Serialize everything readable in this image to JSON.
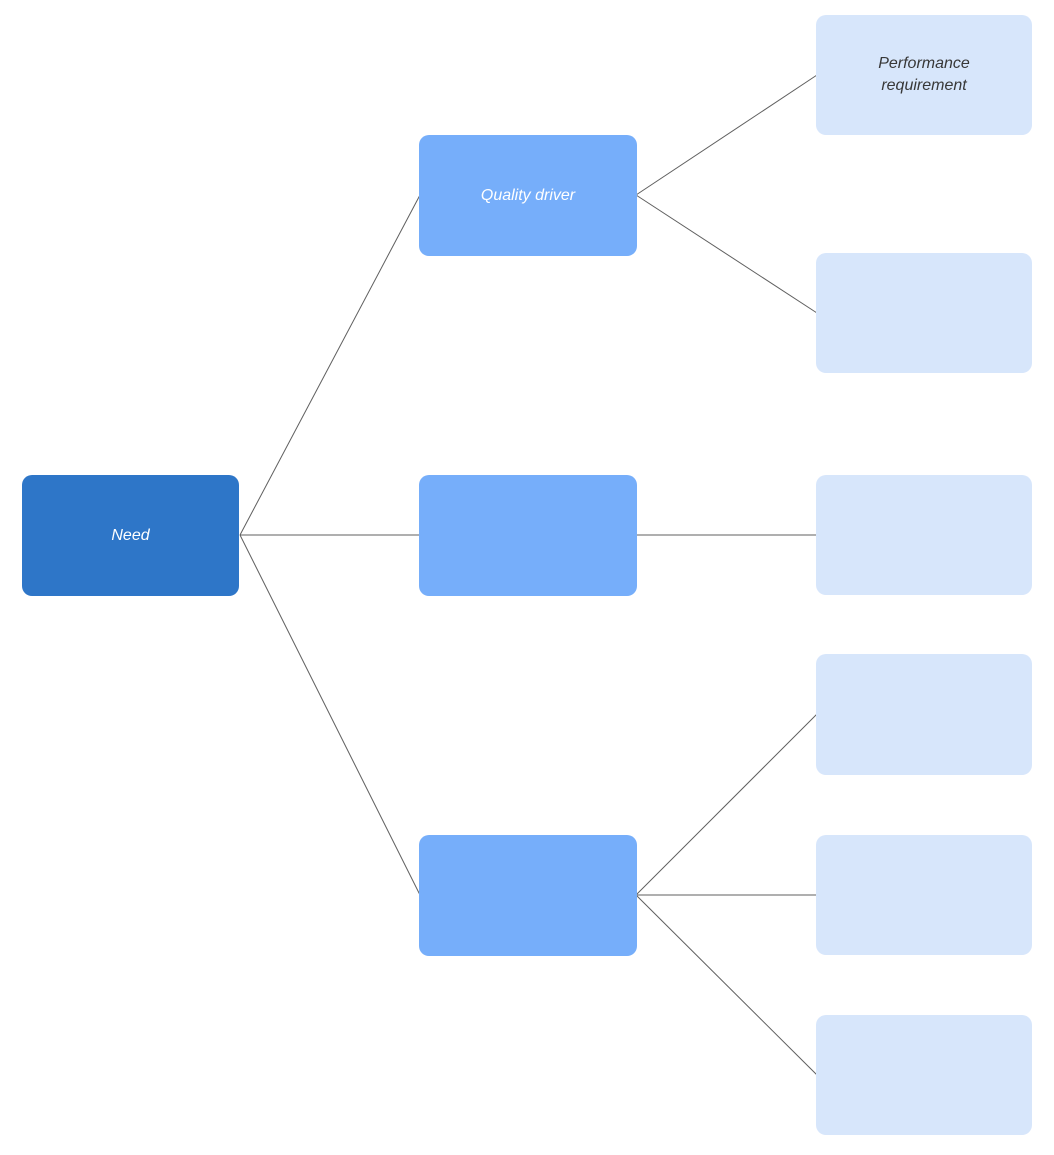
{
  "colors": {
    "background": "#ffffff",
    "root_fill": "#2e76c8",
    "root_text": "#ffffff",
    "branch_fill": "#76aefa",
    "branch_text": "#ffffff",
    "leaf_fill": "#d7e6fb",
    "leaf_text": "#383838",
    "connector": "#5f5f5f"
  },
  "diagram": {
    "type": "tree",
    "orientation": "left-to-right",
    "nodes": [
      {
        "id": "need",
        "level": "root",
        "label": "Need"
      },
      {
        "id": "quality-driver",
        "level": "branch",
        "label": "Quality driver"
      },
      {
        "id": "branch-2",
        "level": "branch",
        "label": ""
      },
      {
        "id": "branch-3",
        "level": "branch",
        "label": ""
      },
      {
        "id": "performance-requirement",
        "level": "leaf",
        "label": "Performance requirement"
      },
      {
        "id": "leaf-2",
        "level": "leaf",
        "label": ""
      },
      {
        "id": "leaf-3",
        "level": "leaf",
        "label": ""
      },
      {
        "id": "leaf-4",
        "level": "leaf",
        "label": ""
      },
      {
        "id": "leaf-5",
        "level": "leaf",
        "label": ""
      },
      {
        "id": "leaf-6",
        "level": "leaf",
        "label": ""
      }
    ],
    "edges": [
      [
        "need",
        "quality-driver"
      ],
      [
        "need",
        "branch-2"
      ],
      [
        "need",
        "branch-3"
      ],
      [
        "quality-driver",
        "performance-requirement"
      ],
      [
        "quality-driver",
        "leaf-2"
      ],
      [
        "branch-2",
        "leaf-3"
      ],
      [
        "branch-3",
        "leaf-4"
      ],
      [
        "branch-3",
        "leaf-5"
      ],
      [
        "branch-3",
        "leaf-6"
      ]
    ]
  }
}
